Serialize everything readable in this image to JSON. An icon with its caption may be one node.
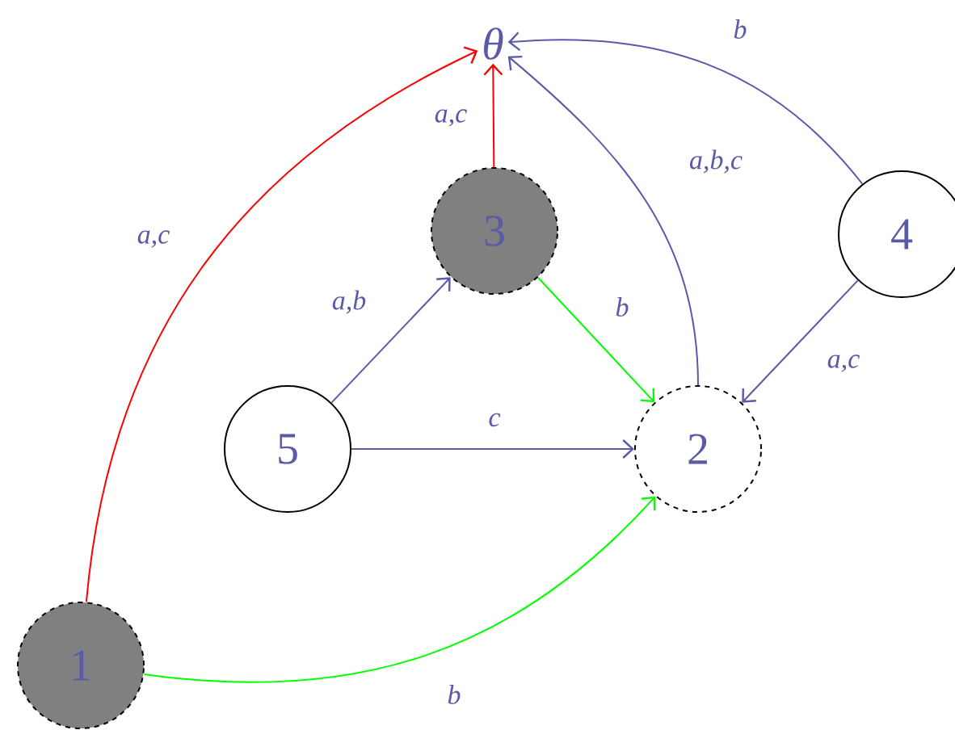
{
  "diagram": {
    "nodes": [
      {
        "text": [
          "θ"
        ]
      },
      {
        "text": [
          "3"
        ]
      },
      {
        "text": [
          "4"
        ]
      },
      {
        "text": [
          "5"
        ]
      },
      {
        "text": [
          "2"
        ]
      },
      {
        "text": [
          "1"
        ]
      }
    ],
    "edges": [
      {
        "from": 5,
        "to": 0,
        "arrow": "to",
        "label": "a,c",
        "color": "#ff0000"
      },
      {
        "from": 1,
        "to": 0,
        "arrow": "to",
        "label": "a,c",
        "color": "#ff0000"
      },
      {
        "from": 4,
        "to": 0,
        "arrow": "to",
        "label": "a,b,c"
      },
      {
        "from": 2,
        "to": 0,
        "arrow": "to",
        "label": "b"
      },
      {
        "from": 3,
        "to": 1,
        "arrow": "to",
        "label": "a,b"
      },
      {
        "from": 1,
        "to": 4,
        "arrow": "to",
        "label": "b",
        "color": "#00ff00"
      },
      {
        "from": 3,
        "to": 4,
        "arrow": "to",
        "label": "c"
      },
      {
        "from": 2,
        "to": 4,
        "arrow": "to",
        "label": "a,c"
      },
      {
        "from": 5,
        "to": 4,
        "arrow": "to",
        "label": "b",
        "color": "#00ff00"
      }
    ]
  }
}
